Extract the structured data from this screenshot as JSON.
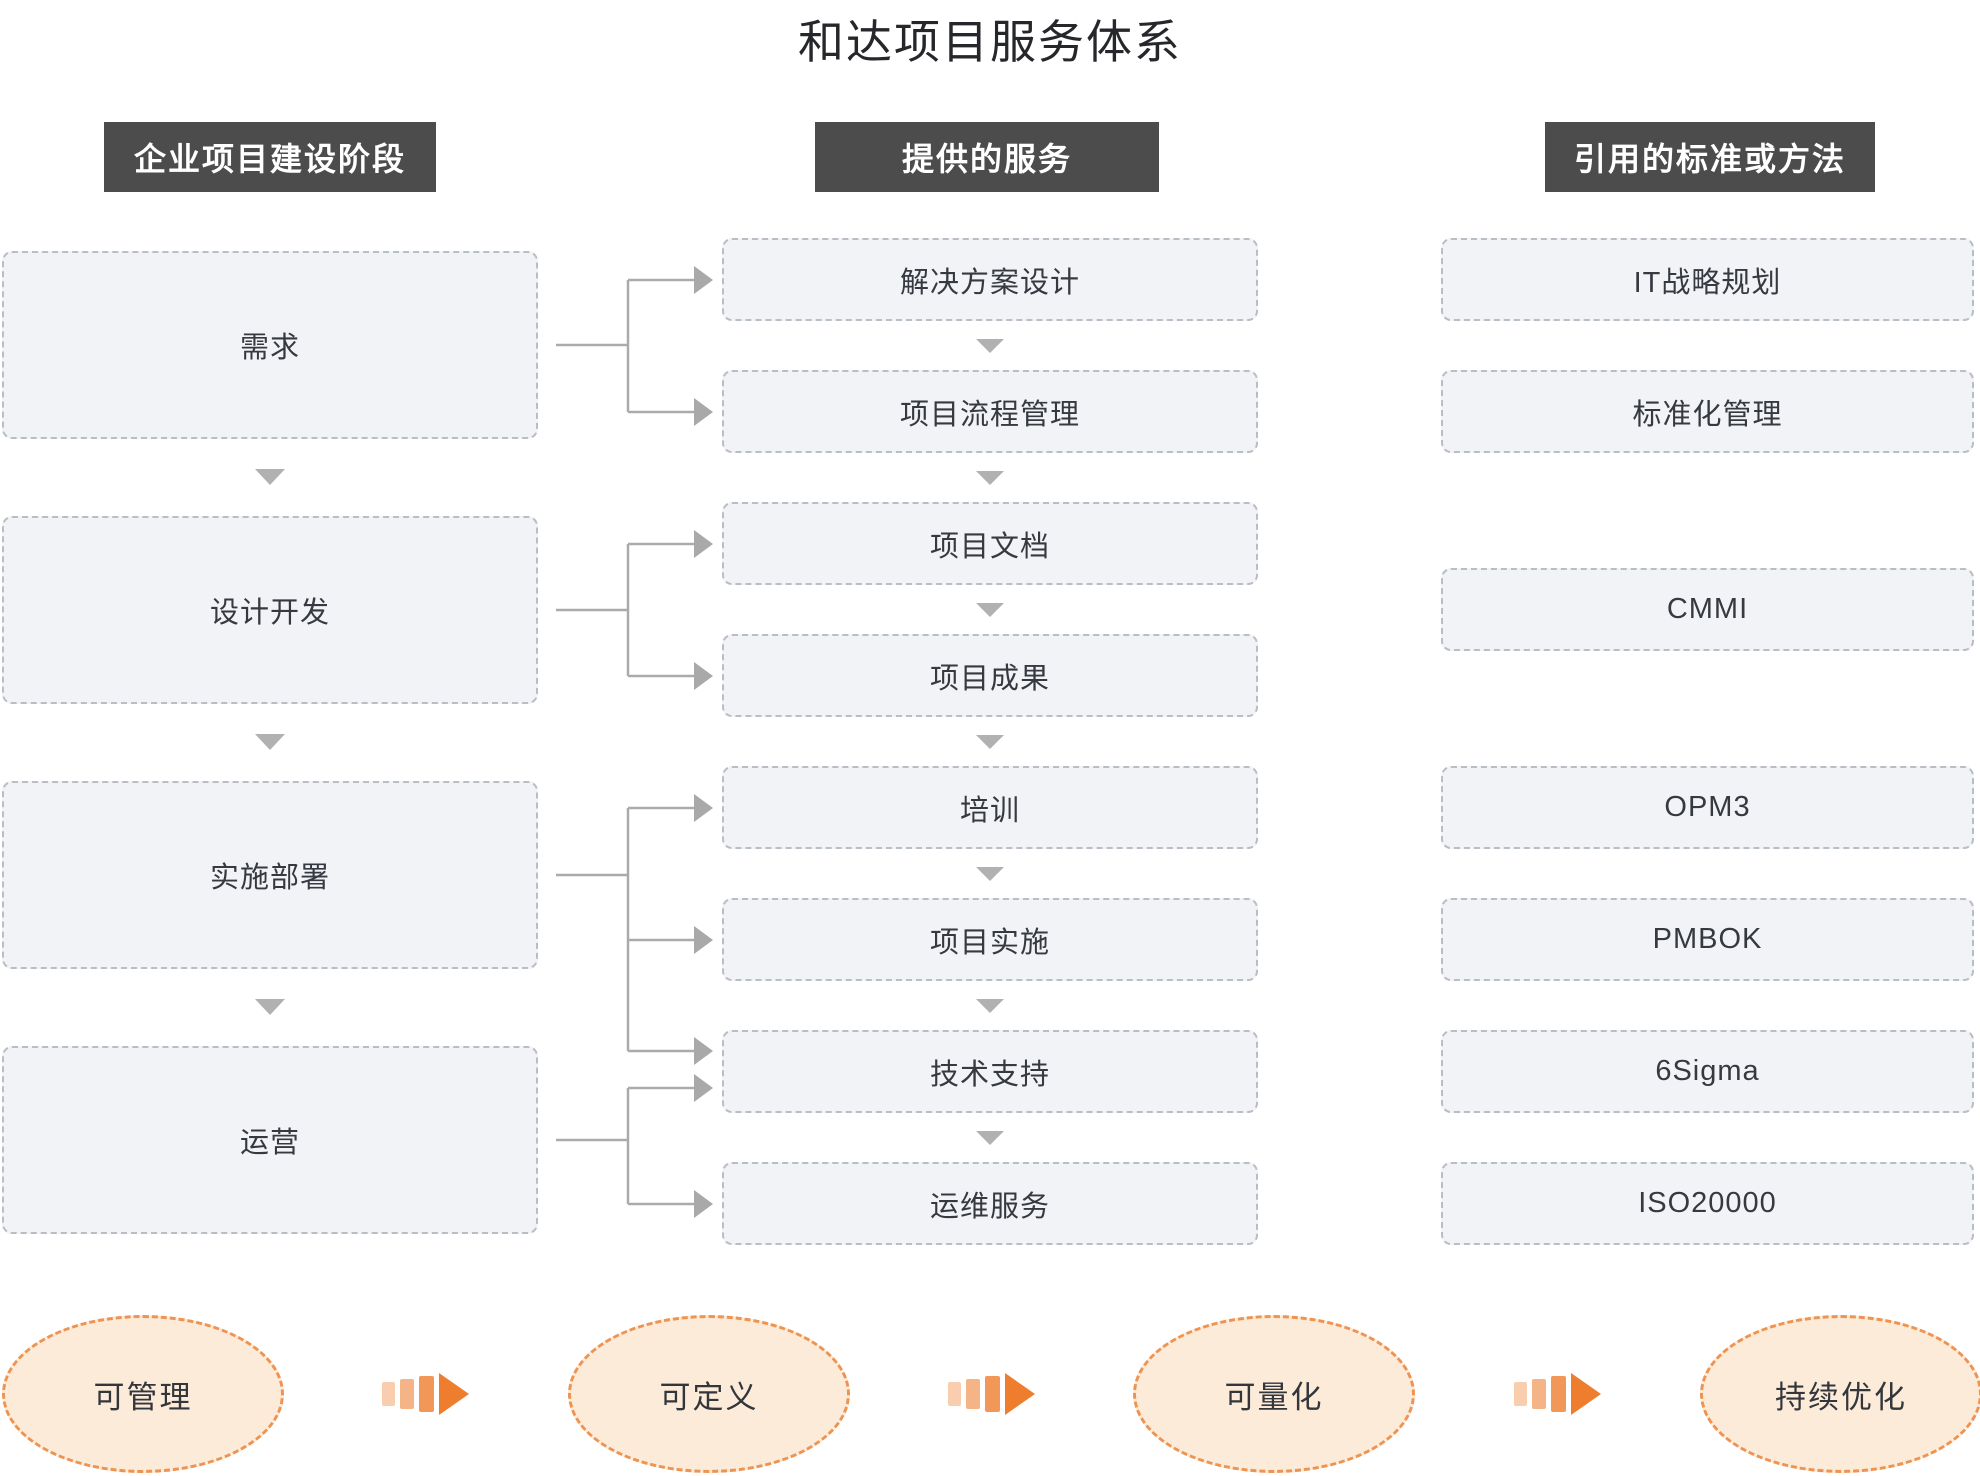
{
  "title": "和达项目服务体系",
  "columns": {
    "stages": {
      "header": "企业项目建设阶段",
      "items": [
        "需求",
        "设计开发",
        "实施部署",
        "运营"
      ]
    },
    "services": {
      "header": "提供的服务",
      "items": [
        "解决方案设计",
        "项目流程管理",
        "项目文档",
        "项目成果",
        "培训",
        "项目实施",
        "技术支持",
        "运维服务"
      ]
    },
    "standards": {
      "header": "引用的标准或方法",
      "items": [
        "IT战略规划",
        "标准化管理",
        "CMMI",
        "OPM3",
        "PMBOK",
        "6Sigma",
        "ISO20000"
      ]
    }
  },
  "maturity": {
    "items": [
      "可管理",
      "可定义",
      "可量化",
      "持续优化"
    ]
  },
  "colors": {
    "header_bg": "#4c4c4c",
    "box_fill": "#f2f3f7",
    "box_border": "#b9bdc4",
    "connector_line": "#ababab",
    "step_triangle": "#b1b1b1",
    "ellipse_fill": "#fdebd9",
    "ellipse_border": "#ef9351",
    "flow_arrow": "#ee7d2e"
  }
}
